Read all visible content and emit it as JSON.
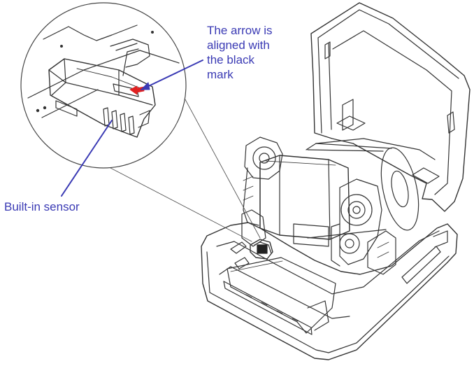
{
  "callouts": {
    "arrow_aligned": {
      "lines": [
        "The arrow is",
        "aligned with",
        "the black",
        "mark"
      ]
    },
    "built_in_sensor": {
      "text": "Built-in sensor"
    }
  },
  "colors": {
    "callout_text": "#3a3ab4",
    "leader_line": "#3a3ab4",
    "arrow_mark": "#e02020",
    "line_art": "#333333",
    "background": "#ffffff"
  }
}
